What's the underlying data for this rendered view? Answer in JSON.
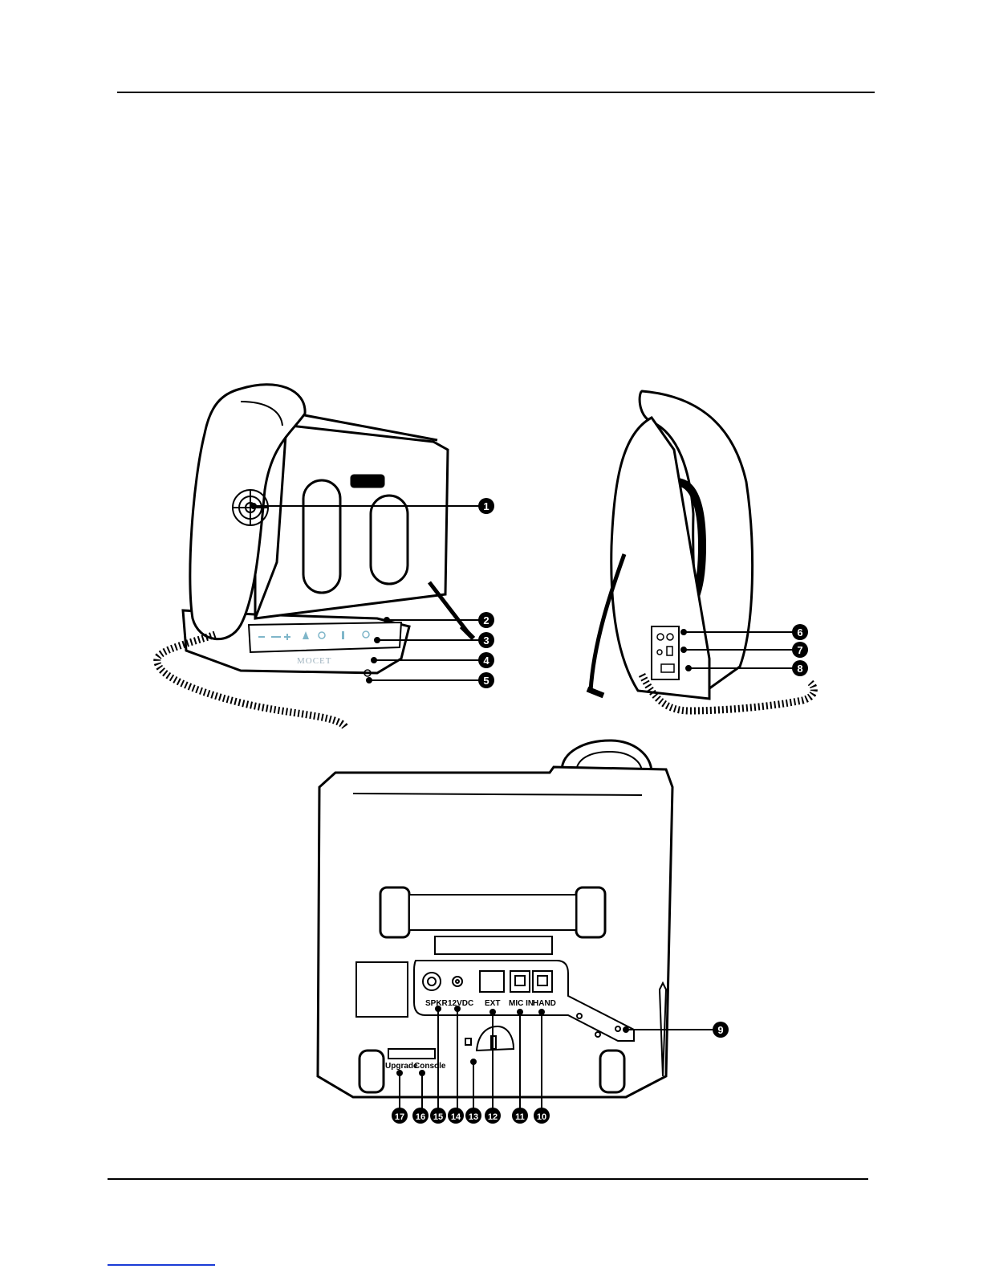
{
  "figure": {
    "views": [
      "front-left",
      "right-side",
      "rear"
    ],
    "front_panel": {
      "logo": "MOCET"
    },
    "rear_ports": {
      "spkr": "SPKR",
      "power": "12VDC",
      "ext": "EXT",
      "mic": "MIC IN",
      "hand": "HAND",
      "upgrade": "Upgrade",
      "console": "Console"
    },
    "callouts": [
      "1",
      "2",
      "3",
      "4",
      "5",
      "6",
      "7",
      "8",
      "9",
      "10",
      "11",
      "12",
      "13",
      "14",
      "15",
      "16",
      "17"
    ]
  },
  "colors": {
    "line": "#000000",
    "link": "#1a3bd6",
    "touch_keys": "#7fb6c9"
  }
}
